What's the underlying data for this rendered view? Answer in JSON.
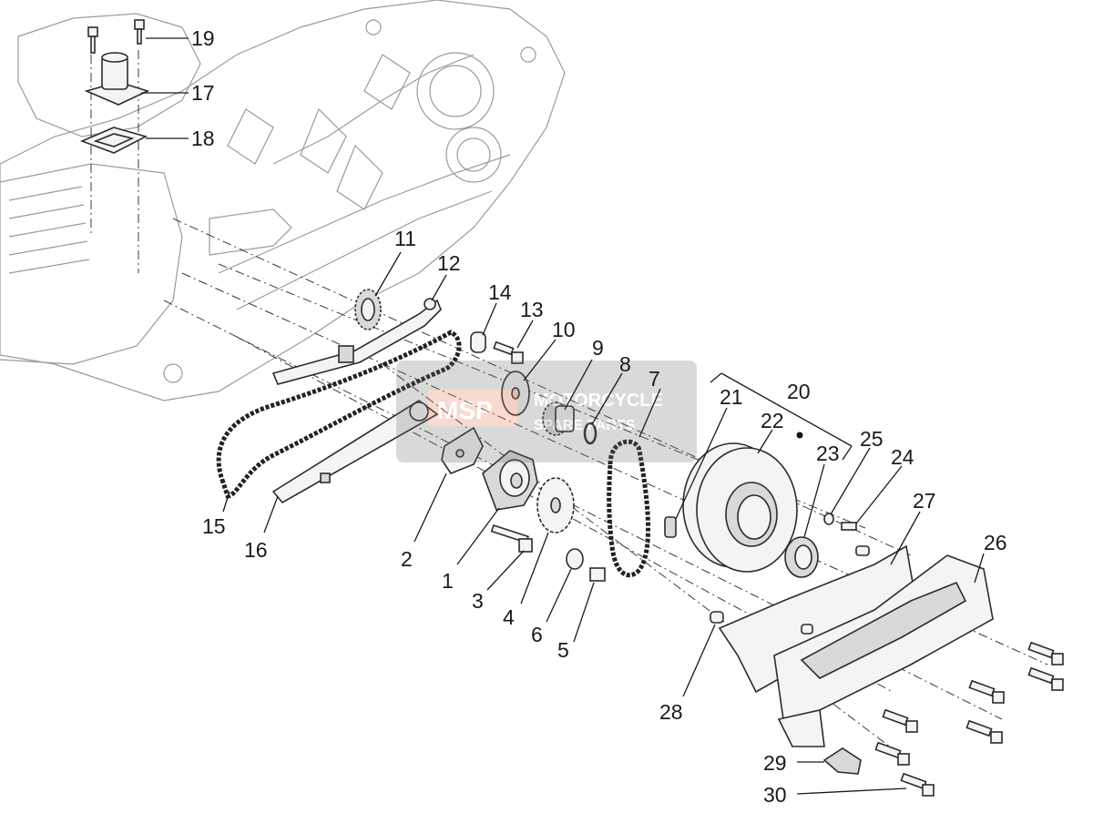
{
  "diagram": {
    "watermark": {
      "logo": "MSP",
      "line1": "MOTORCYCLE",
      "line2": "SPARE PARTS"
    },
    "callouts": [
      {
        "id": "c1",
        "label": "1"
      },
      {
        "id": "c2",
        "label": "2"
      },
      {
        "id": "c3",
        "label": "3"
      },
      {
        "id": "c4",
        "label": "4"
      },
      {
        "id": "c5",
        "label": "5"
      },
      {
        "id": "c6",
        "label": "6"
      },
      {
        "id": "c7",
        "label": "7"
      },
      {
        "id": "c8",
        "label": "8"
      },
      {
        "id": "c9",
        "label": "9"
      },
      {
        "id": "c10",
        "label": "10"
      },
      {
        "id": "c11",
        "label": "11"
      },
      {
        "id": "c12",
        "label": "12"
      },
      {
        "id": "c13",
        "label": "13"
      },
      {
        "id": "c14",
        "label": "14"
      },
      {
        "id": "c15",
        "label": "15"
      },
      {
        "id": "c16",
        "label": "16"
      },
      {
        "id": "c17",
        "label": "17"
      },
      {
        "id": "c18",
        "label": "18"
      },
      {
        "id": "c19",
        "label": "19"
      },
      {
        "id": "c20",
        "label": "20"
      },
      {
        "id": "c21",
        "label": "21"
      },
      {
        "id": "c22",
        "label": "22"
      },
      {
        "id": "c23",
        "label": "23"
      },
      {
        "id": "c24",
        "label": "24"
      },
      {
        "id": "c25",
        "label": "25"
      },
      {
        "id": "c26",
        "label": "26"
      },
      {
        "id": "c27",
        "label": "27"
      },
      {
        "id": "c28",
        "label": "28"
      },
      {
        "id": "c29",
        "label": "29"
      },
      {
        "id": "c30",
        "label": "30"
      }
    ]
  }
}
